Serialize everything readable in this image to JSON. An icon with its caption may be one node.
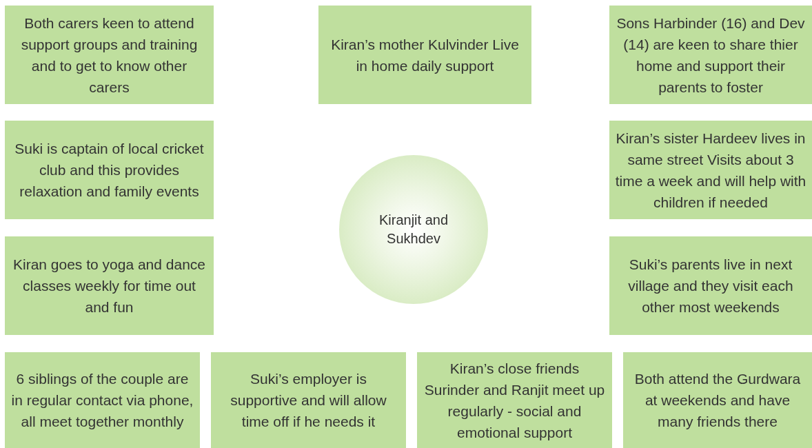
{
  "diagram": {
    "nodes": [
      {
        "text": [
          "Both carers keen to attend support groups and training and to get to know other carers"
        ]
      },
      {
        "text": [
          "Kiran’s mother Kulvinder Live in home daily support"
        ]
      },
      {
        "text": [
          "Sons Harbinder (16) and Dev (14) are keen to share thier home and support their parents to foster"
        ]
      },
      {
        "text": [
          "Suki is captain of local cricket club and this provides relaxation and family events"
        ]
      },
      {
        "text": [
          "Kiranjit and Sukhdev"
        ]
      },
      {
        "text": [
          "Kiran’s sister Hardeev lives in same street Visits about 3 time a week and will help with children if needed"
        ]
      },
      {
        "text": [
          "Kiran goes to yoga and dance classes weekly for time out and fun"
        ]
      },
      {
        "text": [
          "Suki’s parents live in next village and they visit each other most weekends"
        ]
      },
      {
        "text": [
          "6 siblings of the couple are in regular contact via phone, all meet together monthly"
        ]
      },
      {
        "text": [
          "Suki’s employer is supportive and will allow time off if he needs it"
        ]
      },
      {
        "text": [
          "Kiran’s close friends Surinder and Ranjit meet up regularly - social and emotional support"
        ]
      },
      {
        "text": [
          "Both attend the Gurdwara at weekends and have many friends there"
        ]
      }
    ]
  }
}
